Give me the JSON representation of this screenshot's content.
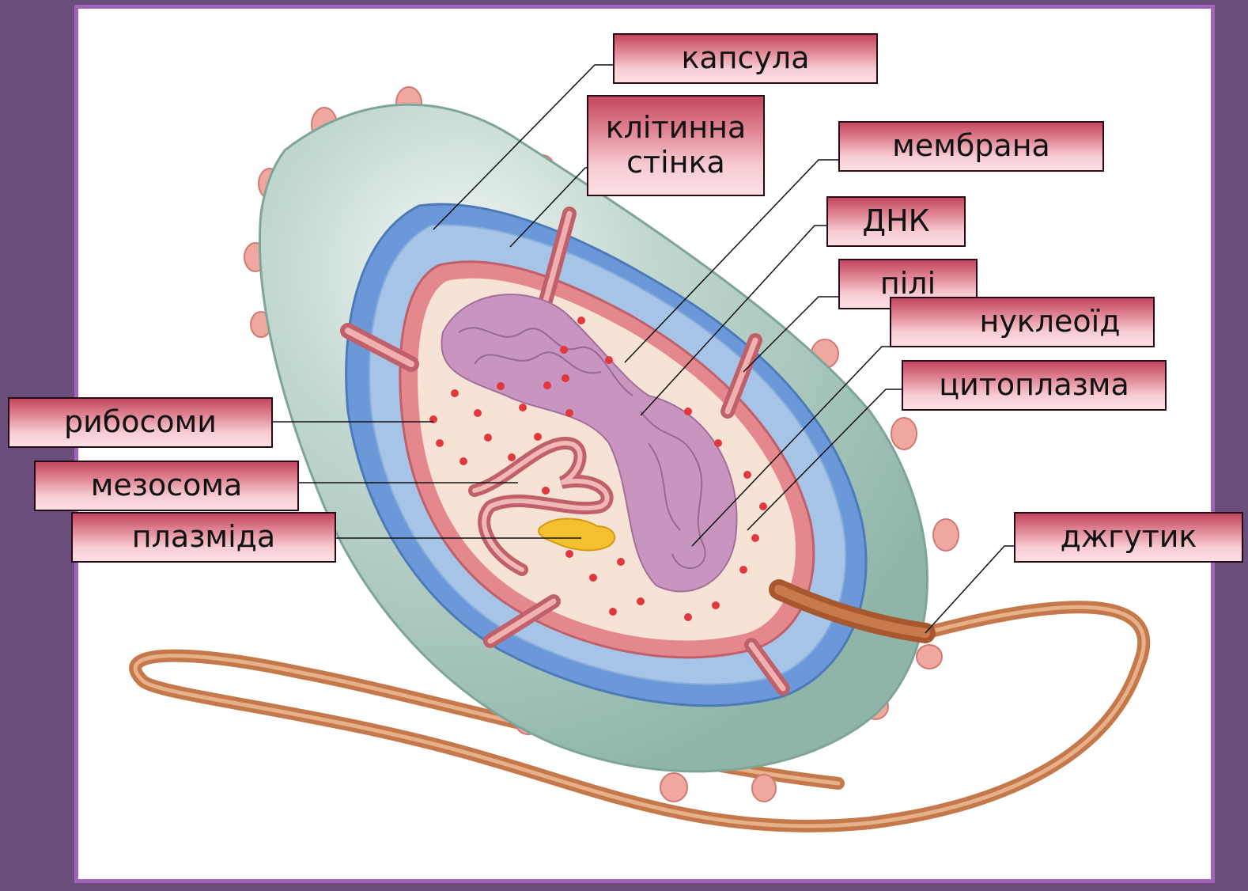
{
  "labels": {
    "kapsula": "капсула",
    "klitynna_line1": "клітинна",
    "klitynna_line2": "стінка",
    "membrana": "мембрана",
    "dnk": "ДНК",
    "pili": "пілі",
    "nukleoid": "нуклеоїд",
    "tsytoplazma": "цитоплазма",
    "rybosomy": "рибосоми",
    "mezosoma": "мезосома",
    "plazmida": "плазміда",
    "dzhgutyk": "джгутик"
  },
  "colors": {
    "frame_border": "#a064b8",
    "background": "#6a4d7a",
    "capsule": "#a9c7bd",
    "cell_wall": "#6b98d8",
    "membrane": "#e4888e",
    "cytoplasm": "#f7e3d6",
    "nucleoid": "#c795bf",
    "plasmid": "#f4c030",
    "flagellum": "#c5784a",
    "pili": "#f0a7a0",
    "ribosome": "#e0383c"
  }
}
